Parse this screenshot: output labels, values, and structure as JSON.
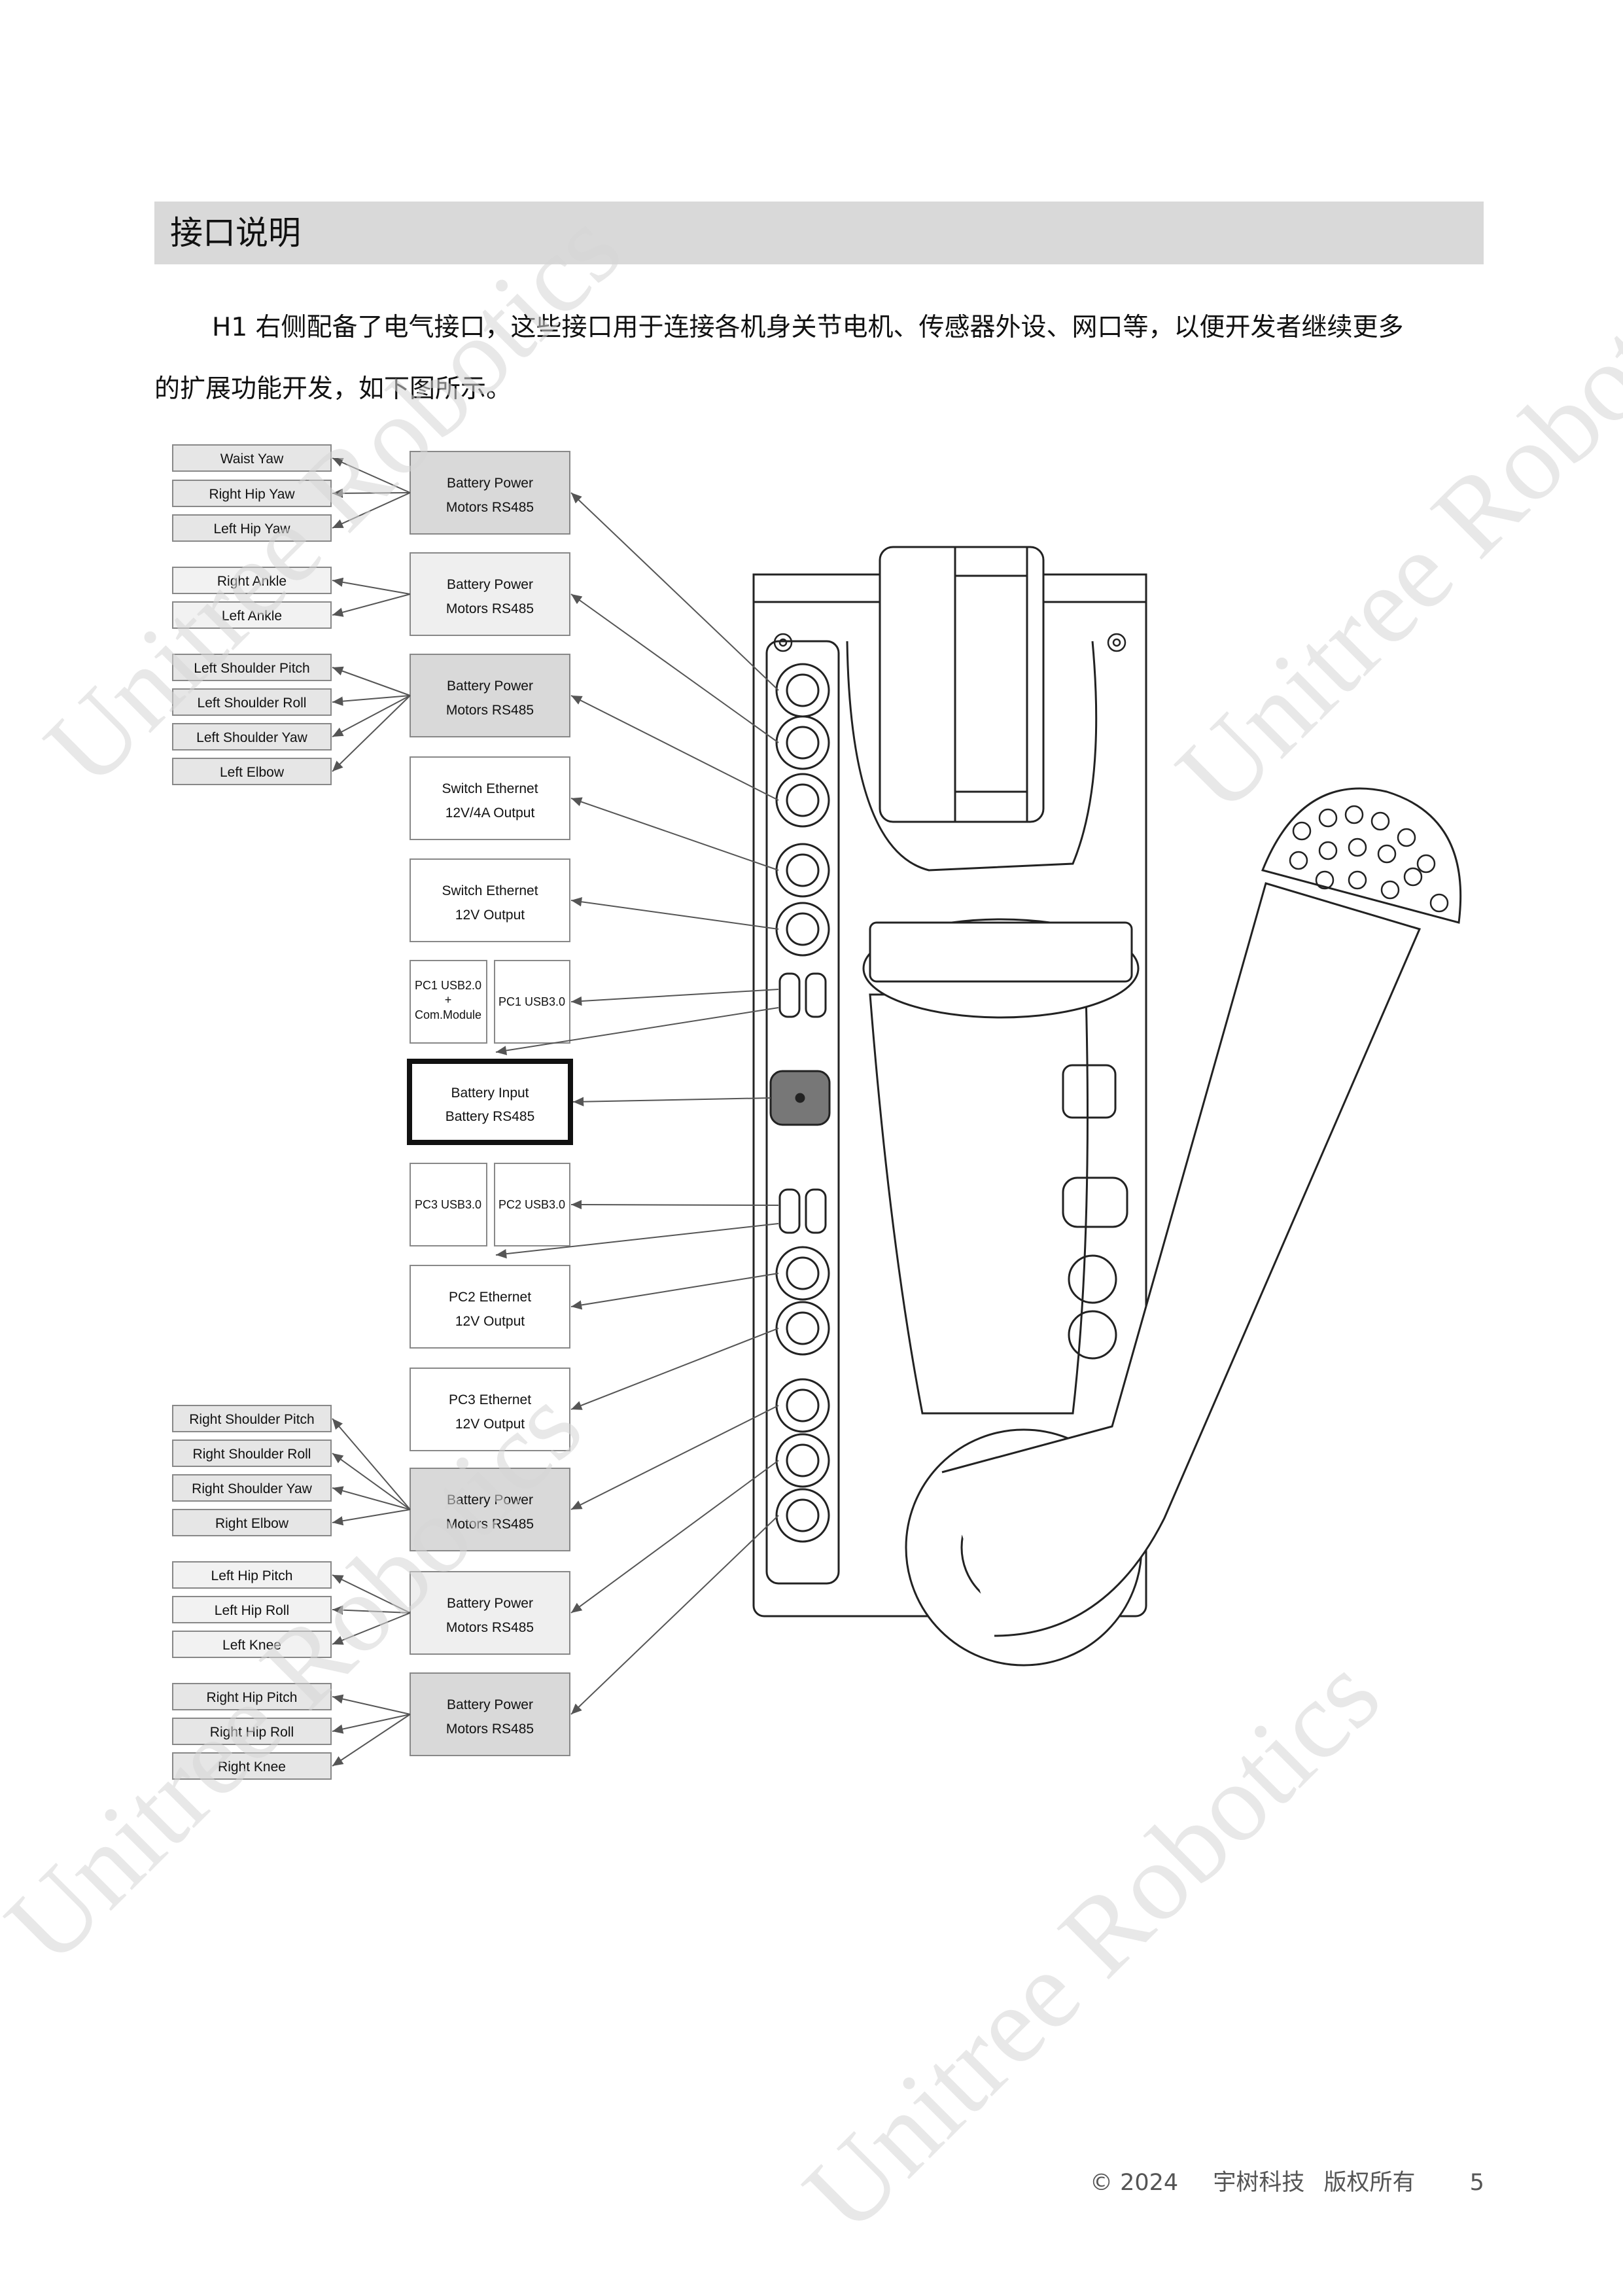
{
  "section": {
    "title": "接口说明"
  },
  "intro": {
    "line1": "H1 右侧配备了电气接口，这些接口用于连接各机身关节电机、传感器外设、网口等，以便开发者继续更多",
    "line2": "的扩展功能开发，如下图所示。"
  },
  "joint_labels": {
    "waist_yaw": "Waist Yaw",
    "right_hip_yaw": "Right Hip Yaw",
    "left_hip_yaw": "Left Hip Yaw",
    "right_ankle": "Right Ankle",
    "left_ankle": "Left Ankle",
    "left_shoulder_pitch": "Left Shoulder Pitch",
    "left_shoulder_roll": "Left Shoulder Roll",
    "left_shoulder_yaw": "Left Shoulder Yaw",
    "left_elbow": "Left Elbow",
    "right_shoulder_pitch": "Right Shoulder Pitch",
    "right_shoulder_roll": "Right Shoulder Roll",
    "right_shoulder_yaw": "Right Shoulder Yaw",
    "right_elbow": "Right Elbow",
    "left_hip_pitch": "Left Hip Pitch",
    "left_hip_roll": "Left Hip Roll",
    "left_knee": "Left Knee",
    "right_hip_pitch": "Right Hip Pitch",
    "right_hip_roll": "Right Hip Roll",
    "right_knee": "Right Knee"
  },
  "ports": {
    "battery_power": "Battery Power",
    "motors_rs485": "Motors RS485",
    "switch_ethernet": "Switch Ethernet",
    "out_12v_4a": "12V/4A Output",
    "out_12v": "12V Output",
    "pc1_usb20": "PC1 USB2.0",
    "plus": "+",
    "com_module": "Com.Module",
    "pc1_usb30": "PC1 USB3.0",
    "battery_input": "Battery Input",
    "battery_rs485": "Battery RS485",
    "pc3_usb30": "PC3 USB3.0",
    "pc2_usb30": "PC2 USB3.0",
    "pc2_ethernet": "PC2 Ethernet",
    "pc3_ethernet": "PC3 Ethernet"
  },
  "watermark": {
    "text": "Unitree Robotics"
  },
  "footer": {
    "copyright": "© 2024",
    "company": "宇树科技",
    "rights": "版权所有",
    "page": "5"
  }
}
